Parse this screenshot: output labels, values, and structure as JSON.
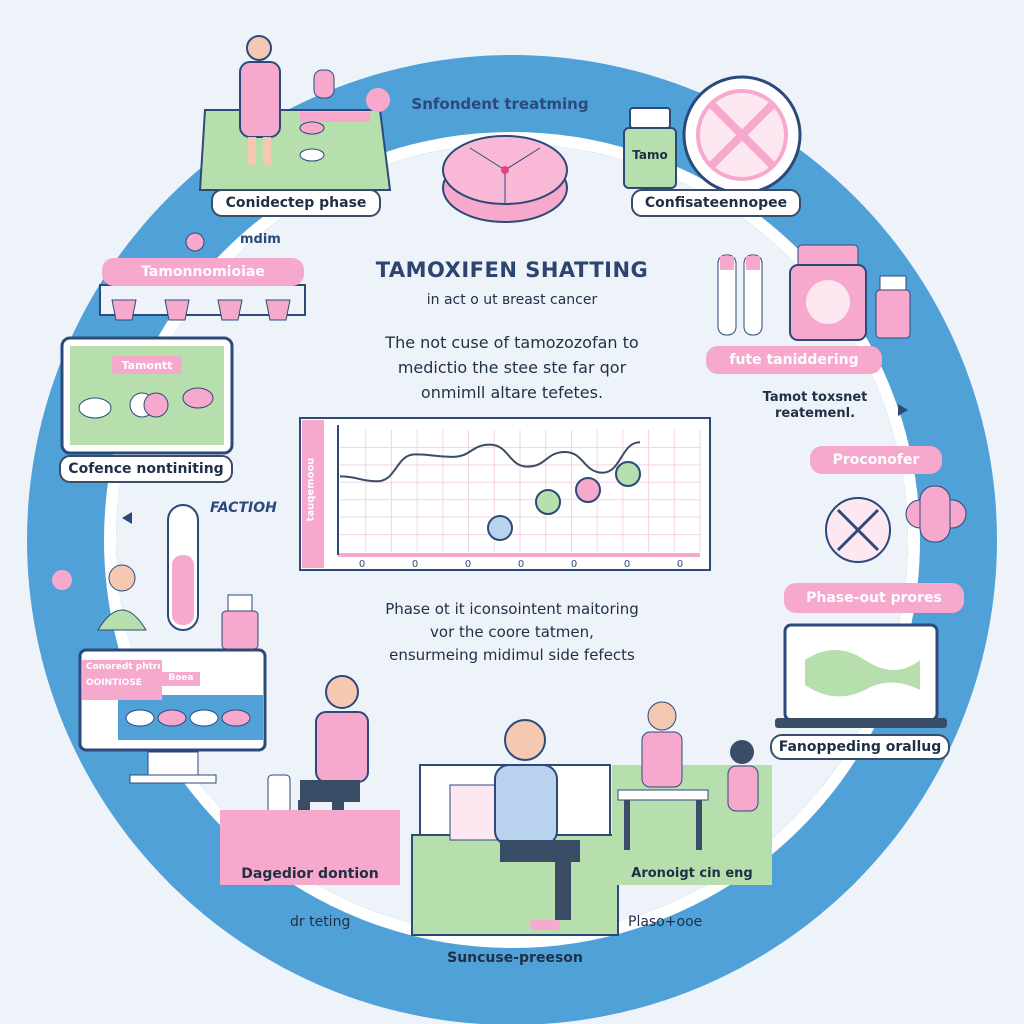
{
  "title": {
    "heading": "TAMOXIFEN SHATTING",
    "subheading": "in act o ut ʙreast cancer",
    "description": [
      "The not cuse of tamozozofan to",
      "medictio the stee ste far qor",
      "onmimll altare tefetes."
    ]
  },
  "labels": {
    "top_left_caption": "Conidectep phase",
    "top_center_caption": "Snfondent treatming",
    "top_right_caption": "Confisateennopee",
    "mdim_label": "mdim",
    "left_pill": "Tamonnomioiae",
    "monitor_caption": "Cofence nontiniting",
    "monitor_tag": "Tamontt",
    "faction_label": "FACTIOH",
    "right_pill_top": "fute taniddering",
    "right_text": [
      "Tamot toxsnet",
      "reatemenl."
    ],
    "proconofer_pill": "Proconofer",
    "phase_out_pill": "Phase-out prores",
    "laptop_caption": "Fanoppeding orallug",
    "bottle_label": "Tamo",
    "chart_y_label": "tauqemoou",
    "phase_text": [
      "Phase ot it iconsointent maitoring",
      "vor the coore tatmen,",
      "ensurmeing midimul side fefects"
    ],
    "bottom_left_pill": "Dagedior dontion",
    "bottom_left_text": "dr teting",
    "bottom_center_text": "Suncuse-preeson",
    "bottom_right_pill": "Aronoigt cin eng",
    "bottom_right_text": "Plaso+ooe",
    "left_screen_tag1": "Conoredt phtroll",
    "left_screen_tag2": "OOINTIOSE",
    "left_screen_tag3": "Boea"
  },
  "chart_data": {
    "type": "line",
    "x_tick_labels": [
      "0",
      "0",
      "0",
      "0",
      "0",
      "0",
      "0"
    ],
    "series": [
      {
        "values": [
          0.62,
          0.58,
          0.8,
          0.78,
          0.88,
          0.7,
          0.82,
          0.65,
          0.9
        ]
      }
    ]
  },
  "colors": {
    "ring_blue": "#4fa1d8",
    "inner_bg": "#eef3fa",
    "pink": "#f7a8cd",
    "green": "#b7dfae",
    "navy": "#2b4a7a"
  }
}
